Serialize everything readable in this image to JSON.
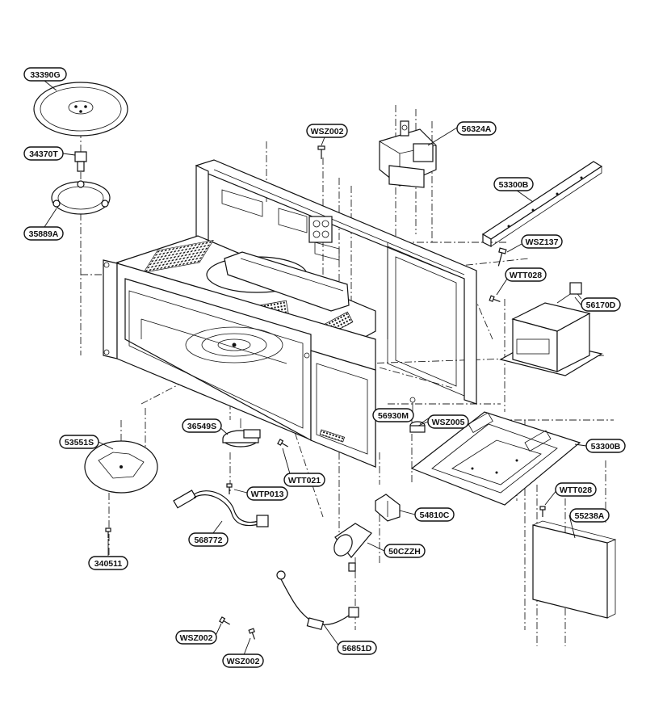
{
  "callouts": {
    "c_33390G": "33390G",
    "c_34370T": "34370T",
    "c_35889A": "35889A",
    "c_WSZ002_top": "WSZ002",
    "c_56324A": "56324A",
    "c_53300B_top": "53300B",
    "c_WSZ137": "WSZ137",
    "c_WTT028_top": "WTT028",
    "c_56170D": "56170D",
    "c_56930M": "56930M",
    "c_WSZ005": "WSZ005",
    "c_53300B_mid": "53300B",
    "c_36549S": "36549S",
    "c_53551S": "53551S",
    "c_WTT021": "WTT021",
    "c_WTP013": "WTP013",
    "c_568772": "568772",
    "c_340511": "340511",
    "c_WTT028_low": "WTT028",
    "c_55238A": "55238A",
    "c_54810C": "54810C",
    "c_50CZZH": "50CZZH",
    "c_WSZ002_low1": "WSZ002",
    "c_56851D": "56851D",
    "c_WSZ002_low2": "WSZ002"
  },
  "icons": {
    "turntable": "glass-tray-icon",
    "coupler": "coupler-icon",
    "roller_ring": "roller-ring-icon",
    "magnetron": "magnetron-icon",
    "transformer": "transformer-icon",
    "capacitor": "capacitor-icon",
    "motor": "turntable-motor-icon",
    "stirrer": "stirrer-icon",
    "screw": "screw-icon"
  }
}
